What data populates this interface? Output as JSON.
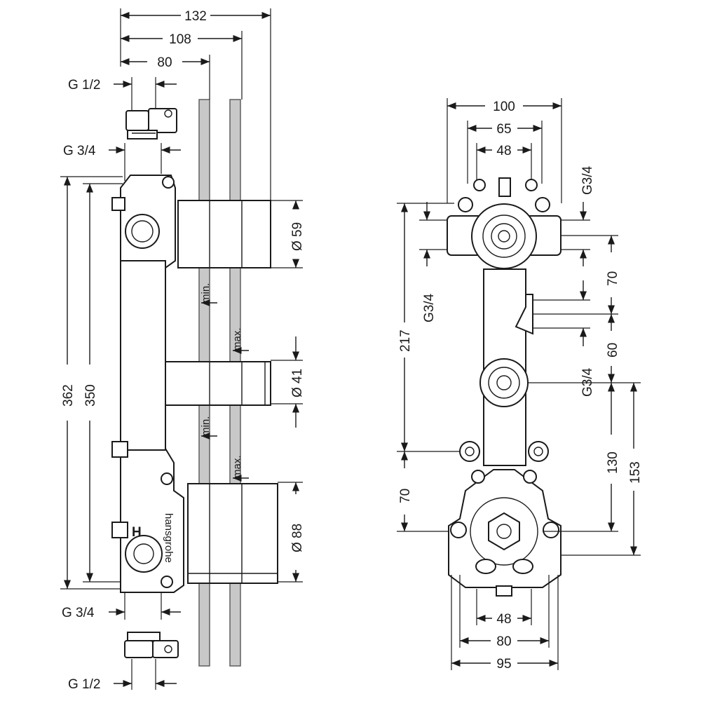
{
  "left_view": {
    "dim_top_1": "132",
    "dim_top_2": "108",
    "dim_top_3": "80",
    "thread_top_inner": "G 1/2",
    "thread_top_outer": "G 3/4",
    "dim_overall": "362",
    "dim_centers": "350",
    "dia_top": "Ø 59",
    "dia_mid": "Ø 41",
    "dia_bottom": "Ø 88",
    "min_label_1": "min.",
    "max_label_1": "max.",
    "min_label_2": "min.",
    "max_label_2": "max.",
    "thread_bottom_outer": "G 3/4",
    "thread_bottom_inner": "G 1/2",
    "side_text": "H",
    "logo_text": "hansgrohe"
  },
  "right_view": {
    "dim_top_1": "100",
    "dim_top_2": "65",
    "dim_top_3": "48",
    "thread_right_top": "G3/4",
    "thread_left": "G3/4",
    "thread_right_mid": "G3/4",
    "dim_left_217": "217",
    "dim_left_70": "70",
    "dim_right_70": "70",
    "dim_right_60": "60",
    "dim_right_130": "130",
    "dim_right_153": "153",
    "dim_bottom_48": "48",
    "dim_bottom_80": "80",
    "dim_bottom_95": "95"
  },
  "colors": {
    "line": "#1a1a1a",
    "wall": "#c8c8c8"
  }
}
